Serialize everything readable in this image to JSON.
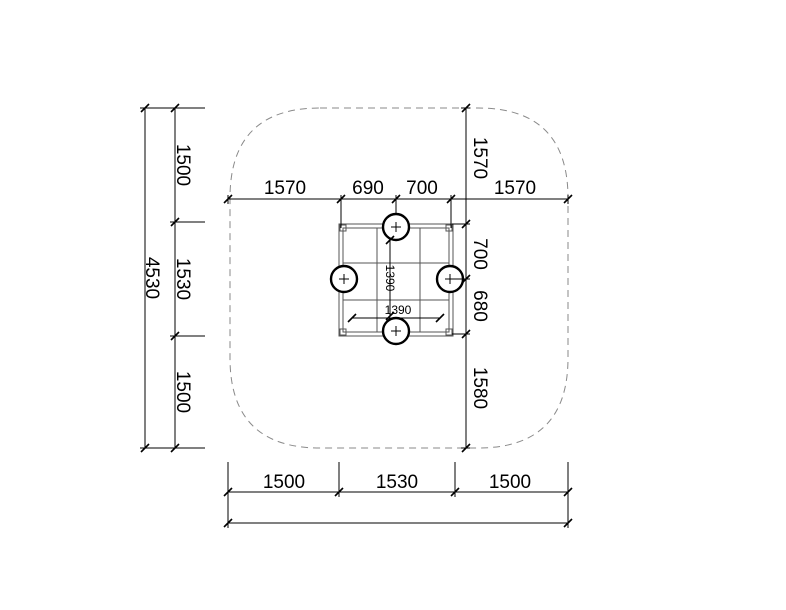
{
  "dimensions": {
    "left_total": "4530",
    "left_top": "1500",
    "left_mid": "1530",
    "left_bottom": "1500",
    "top_left": "1570",
    "top_inner_left": "690",
    "top_inner_right": "700",
    "top_right": "1570",
    "right_top": "1570",
    "right_inner_top": "700",
    "right_inner_bottom": "680",
    "right_bottom": "1580",
    "bottom_left": "1500",
    "bottom_mid": "1530",
    "bottom_right": "1500",
    "inner_vertical": "1390",
    "inner_horizontal": "1390"
  }
}
